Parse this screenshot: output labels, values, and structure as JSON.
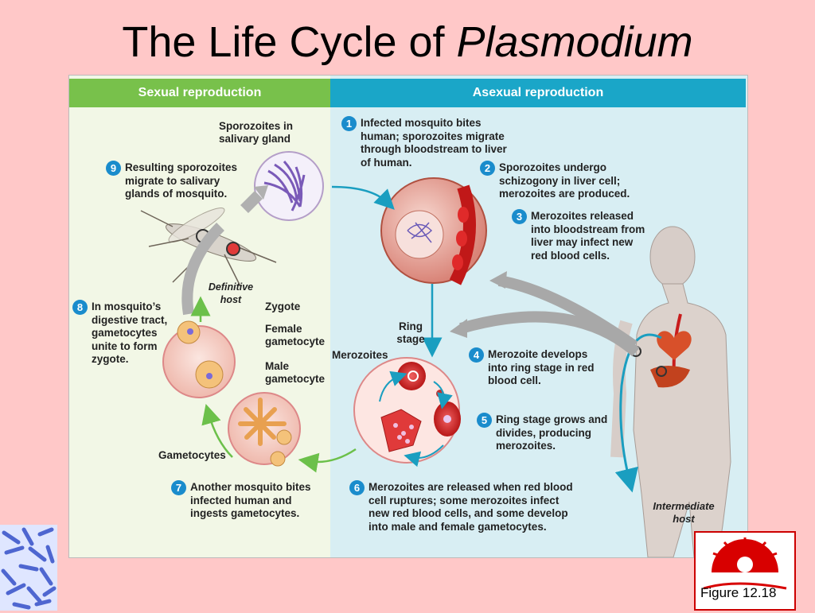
{
  "title": {
    "main": "The Life Cycle of ",
    "italic": "Plasmodium"
  },
  "headers": {
    "sexual": "Sexual reproduction",
    "asexual": "Asexual reproduction"
  },
  "labels": {
    "sporozoites_salivary": "Sporozoites in salivary gland",
    "definitive_host": "Definitive host",
    "zygote": "Zygote",
    "female_gametocyte": "Female gametocyte",
    "male_gametocyte": "Male gametocyte",
    "gametocytes": "Gametocytes",
    "ring_stage": "Ring stage",
    "merozoites": "Merozoites",
    "intermediate_host": "Intermediate host"
  },
  "steps": [
    {
      "num": "1",
      "text": "Infected mosquito bites human; sporozoites migrate through bloodstream to liver of human."
    },
    {
      "num": "2",
      "text": "Sporozoites undergo schizogony in liver cell; merozoites are produced."
    },
    {
      "num": "3",
      "text": "Merozoites released into bloodstream from liver may infect new red blood cells."
    },
    {
      "num": "4",
      "text": "Merozoite develops into ring stage in red blood cell."
    },
    {
      "num": "5",
      "text": "Ring stage grows and divides, producing merozoites."
    },
    {
      "num": "6",
      "text": "Merozoites are released when red blood cell ruptures; some merozoites infect new red blood cells, and some develop into male and female gametocytes."
    },
    {
      "num": "7",
      "text": "Another mosquito bites infected human and ingests gametocytes."
    },
    {
      "num": "8",
      "text": "In mosquito’s digestive tract, gametocytes unite to form zygote."
    },
    {
      "num": "9",
      "text": "Resulting sporozoites migrate to salivary glands of mosquito."
    }
  ],
  "figure_ref": "Figure 12.18",
  "colors": {
    "background": "#ffc8c8",
    "sexual_header": "#78c14b",
    "asexual_header": "#1aa6c8",
    "badge": "#1a8ccc"
  }
}
